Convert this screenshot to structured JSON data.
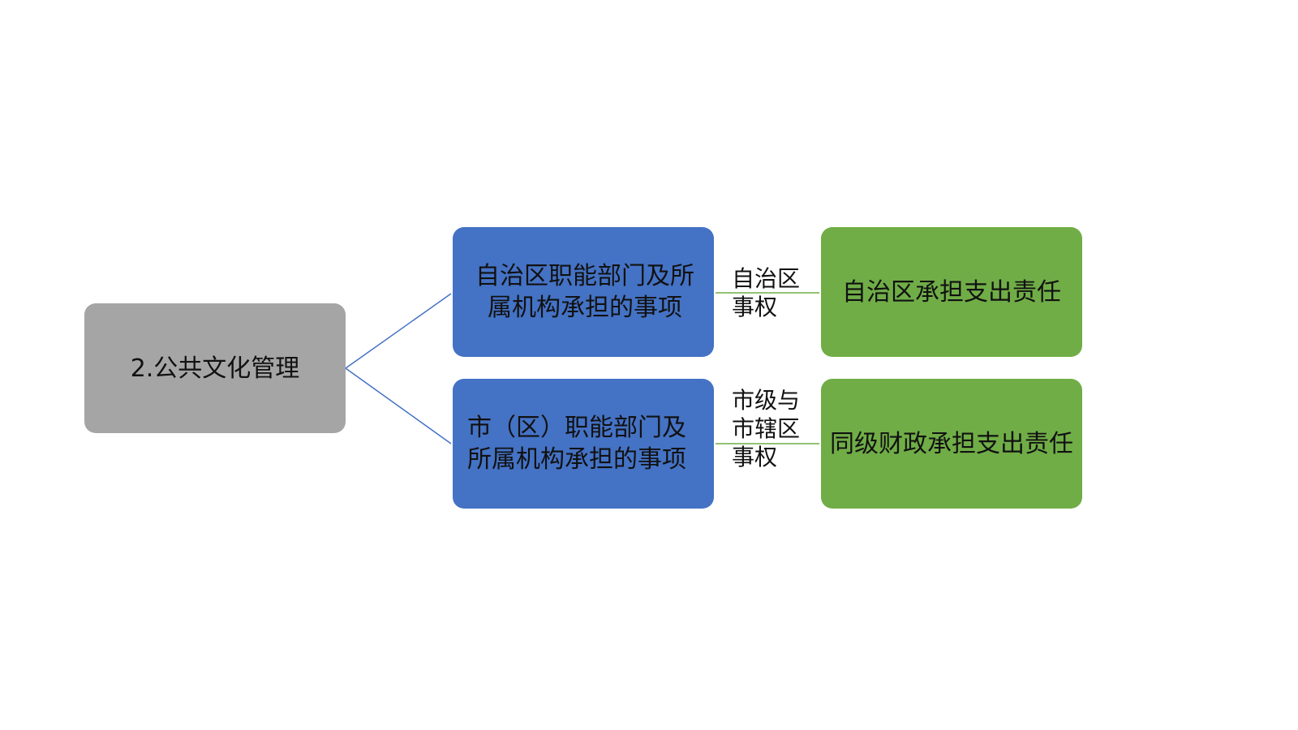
{
  "diagram": {
    "root": {
      "label": "2.公共文化管理"
    },
    "branches": [
      {
        "node": "自治区职能部门及所属机构承担的事项",
        "relation": "自治区事权",
        "result": "自治区承担支出责任"
      },
      {
        "node": "市（区）职能部门及所属机构承担的事项",
        "relation": "市级与市辖区事权",
        "result": "同级财政承担支出责任"
      }
    ],
    "colors": {
      "root_fill": "#a5a5a5",
      "node_fill": "#4472c4",
      "result_fill": "#70ad47",
      "branch_line": "#4472c4",
      "relation_line": "#70ad47"
    }
  }
}
